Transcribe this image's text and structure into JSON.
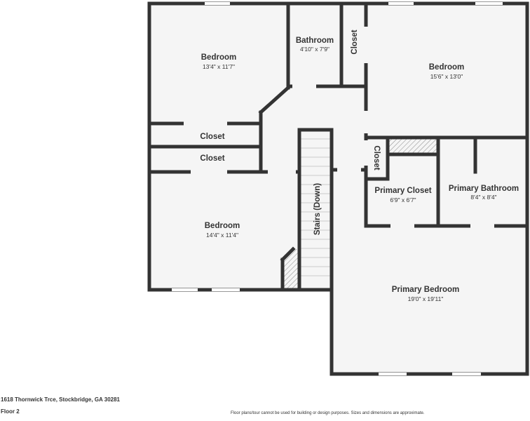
{
  "rooms": {
    "bedroom_nw": {
      "name": "Bedroom",
      "dim": "13'4\" x 11'7\""
    },
    "bathroom": {
      "name": "Bathroom",
      "dim": "4'10\" x 7'9\""
    },
    "closet_top": {
      "name": "Closet"
    },
    "bedroom_ne": {
      "name": "Bedroom",
      "dim": "15'6\" x 13'0\""
    },
    "closet_1": {
      "name": "Closet"
    },
    "closet_2": {
      "name": "Closet"
    },
    "closet_small": {
      "name": "Closet"
    },
    "primary_closet": {
      "name": "Primary Closet",
      "dim": "6'9\" x 6'7\""
    },
    "primary_bathroom": {
      "name": "Primary Bathroom",
      "dim": "8'4\" x 8'4\""
    },
    "bedroom_sw": {
      "name": "Bedroom",
      "dim": "14'4\" x 11'4\""
    },
    "stairs": {
      "name": "Stairs (Down)"
    },
    "primary_bedroom": {
      "name": "Primary Bedroom",
      "dim": "19'0\" x 19'11\""
    }
  },
  "footer": {
    "address": "1618 Thornwick Trce, Stockbridge, GA 30281",
    "floor": "Floor 2",
    "disclaimer": "Floor plans/tour cannot be used for building or design purposes. Sizes and dimensions are approximate."
  },
  "colors": {
    "wall": "#333333",
    "floor": "#f5f5f5"
  }
}
